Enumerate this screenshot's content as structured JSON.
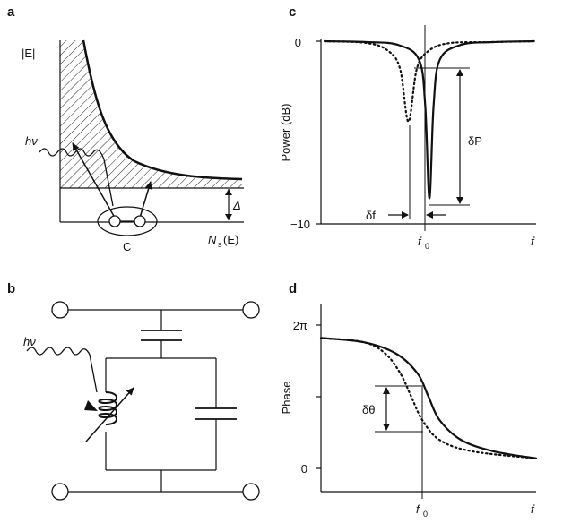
{
  "panels": {
    "a": {
      "letter": "a",
      "y_axis_label": "|E|",
      "x_axis_label_main": "N",
      "x_axis_label_sub": "s",
      "x_axis_label_tail": "(E)",
      "photon_label": "hν",
      "gap_label": "Δ",
      "pair_label": "C"
    },
    "b": {
      "letter": "b",
      "photon_label": "hν"
    },
    "c": {
      "letter": "c",
      "ylabel": "Power (dB)",
      "y_tick_top": "0",
      "y_tick_bottom": "−10",
      "x_tick_f0_main": "f",
      "x_tick_f0_sub": "0",
      "x_end_label": "f",
      "delta_f_label": "δf",
      "delta_p_label": "δP"
    },
    "d": {
      "letter": "d",
      "ylabel": "Phase",
      "y_tick_top": "2π",
      "y_tick_bottom": "0",
      "x_tick_f0_main": "f",
      "x_tick_f0_sub": "0",
      "x_end_label": "f",
      "delta_theta_label": "δθ"
    }
  },
  "chart_data": [
    {
      "type": "line",
      "panel": "c",
      "ylabel": "Power (dB)",
      "ylim": [
        -10,
        0
      ],
      "x_ticks": [
        "f0"
      ],
      "series": [
        {
          "style": "solid",
          "x": [
            0.0,
            0.2,
            0.35,
            0.45,
            0.48,
            0.5,
            0.52,
            0.55,
            0.65,
            0.8,
            1.0
          ],
          "y": [
            0.0,
            -0.05,
            -0.2,
            -1.0,
            -3.5,
            -8.6,
            -3.5,
            -1.0,
            -0.2,
            -0.05,
            0.0
          ]
        },
        {
          "style": "dotted",
          "x": [
            0.0,
            0.2,
            0.3,
            0.36,
            0.4,
            0.44,
            0.5,
            0.6,
            0.8,
            1.0
          ],
          "y": [
            0.0,
            -0.1,
            -0.5,
            -1.5,
            -4.4,
            -1.5,
            -0.5,
            -0.1,
            -0.05,
            0.0
          ]
        }
      ]
    },
    {
      "type": "line",
      "panel": "d",
      "ylabel": "Phase",
      "y_ticks": [
        "0",
        "2π"
      ],
      "x_ticks": [
        "f0"
      ],
      "series": [
        {
          "style": "solid",
          "x": [
            0.0,
            0.2,
            0.35,
            0.45,
            0.5,
            0.55,
            0.65,
            0.8,
            1.0
          ],
          "y": [
            0.91,
            0.88,
            0.8,
            0.66,
            0.5,
            0.34,
            0.2,
            0.12,
            0.07
          ]
        },
        {
          "style": "dotted",
          "x": [
            0.0,
            0.2,
            0.3,
            0.37,
            0.42,
            0.47,
            0.55,
            0.7,
            1.0
          ],
          "y": [
            0.91,
            0.88,
            0.8,
            0.66,
            0.5,
            0.34,
            0.2,
            0.12,
            0.07
          ]
        }
      ]
    }
  ]
}
